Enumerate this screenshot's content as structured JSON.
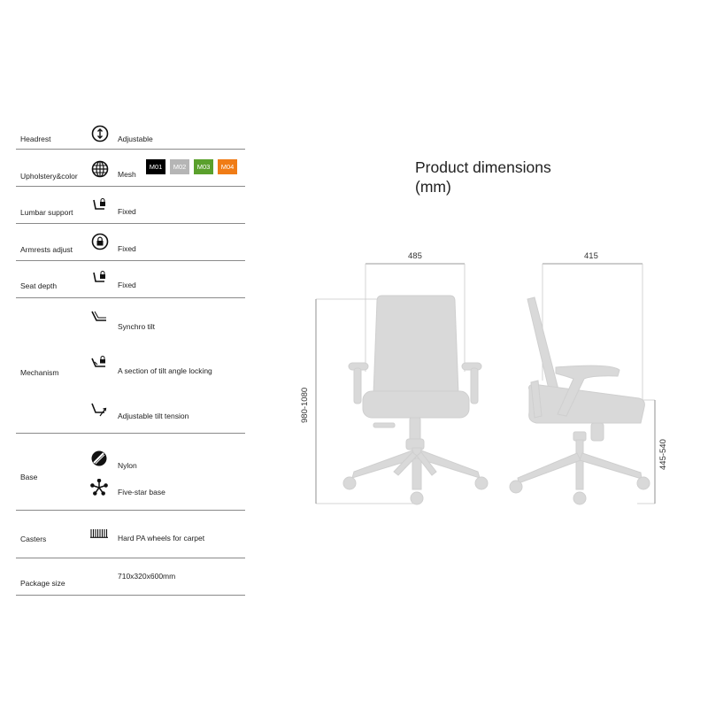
{
  "specs": {
    "headrest": {
      "label": "Headrest",
      "value": "Adjustable",
      "icon": "vertical-adjust-icon"
    },
    "upholstery": {
      "label": "Upholstery&color",
      "value": "Mesh",
      "icon": "mesh-globe-icon",
      "swatches": [
        {
          "code": "M01",
          "color": "#000000"
        },
        {
          "code": "M02",
          "color": "#b5b5b5"
        },
        {
          "code": "M03",
          "color": "#5aa02c"
        },
        {
          "code": "M04",
          "color": "#f07c16"
        }
      ]
    },
    "lumbar": {
      "label": "Lumbar support",
      "value": "Fixed",
      "icon": "locked-seat-icon"
    },
    "armrests": {
      "label": "Armrests adjust",
      "value": "Fixed",
      "icon": "lock-circle-icon"
    },
    "seat_depth": {
      "label": "Seat depth",
      "value": "Fixed",
      "icon": "locked-seat-icon"
    },
    "mechanism": {
      "label": "Mechanism",
      "items": [
        {
          "value": "Synchro tilt",
          "icon": "synchro-tilt-icon"
        },
        {
          "value": "A section of tilt angle locking",
          "icon": "tilt-lock-icon"
        },
        {
          "value": "Adjustable tilt tension",
          "icon": "tilt-tension-icon"
        }
      ]
    },
    "base": {
      "label": "Base",
      "items": [
        {
          "value": "Nylon",
          "icon": "nylon-material-icon"
        },
        {
          "value": "Five-star base",
          "icon": "five-star-base-icon"
        }
      ]
    },
    "casters": {
      "label": "Casters",
      "value": "Hard PA wheels for carpet",
      "icon": "caster-wheels-icon"
    },
    "package": {
      "label": "Package size",
      "value": "710x320x600mm"
    }
  },
  "dimensions": {
    "title_line1": "Product dimensions",
    "title_line2": "(mm)",
    "front_width": "485",
    "side_depth": "415",
    "total_height": "980-1080",
    "seat_height": "445-540"
  }
}
